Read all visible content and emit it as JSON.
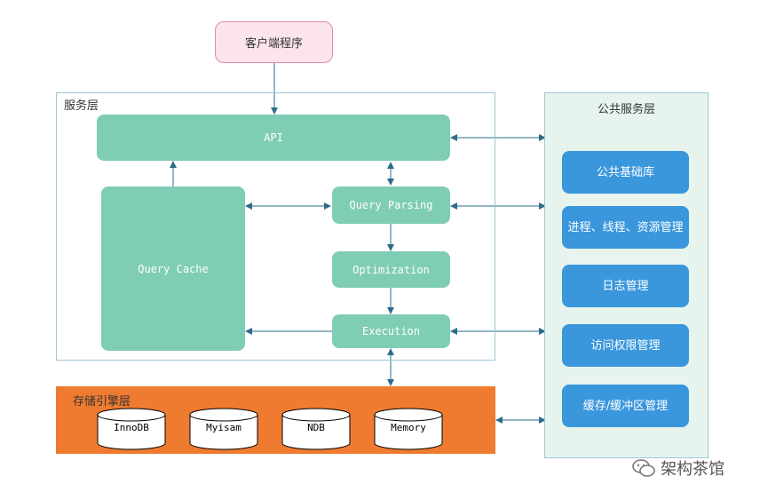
{
  "client": {
    "label": "客户端程序"
  },
  "service_layer": {
    "title": "服务层",
    "api": "API",
    "query_cache": "Query Cache",
    "query_parsing": "Query Parsing",
    "optimization": "Optimization",
    "execution": "Execution"
  },
  "public_layer": {
    "title": "公共服务层",
    "items": [
      "公共基础库",
      "进程、线程、资源管理",
      "日志管理",
      "访问权限管理",
      "缓存/缓冲区管理"
    ]
  },
  "storage_layer": {
    "title": "存储引擎层",
    "engines": [
      "InnoDB",
      "Myisam",
      "NDB",
      "Memory"
    ]
  },
  "watermark": {
    "text": "架构茶馆",
    "icon": "wechat-icon"
  },
  "colors": {
    "green": "#7fcdb4",
    "blue": "#3a97dc",
    "orange": "#ee7b30",
    "pink": "#fbe4ea",
    "arrow": "#2e6b8a"
  }
}
